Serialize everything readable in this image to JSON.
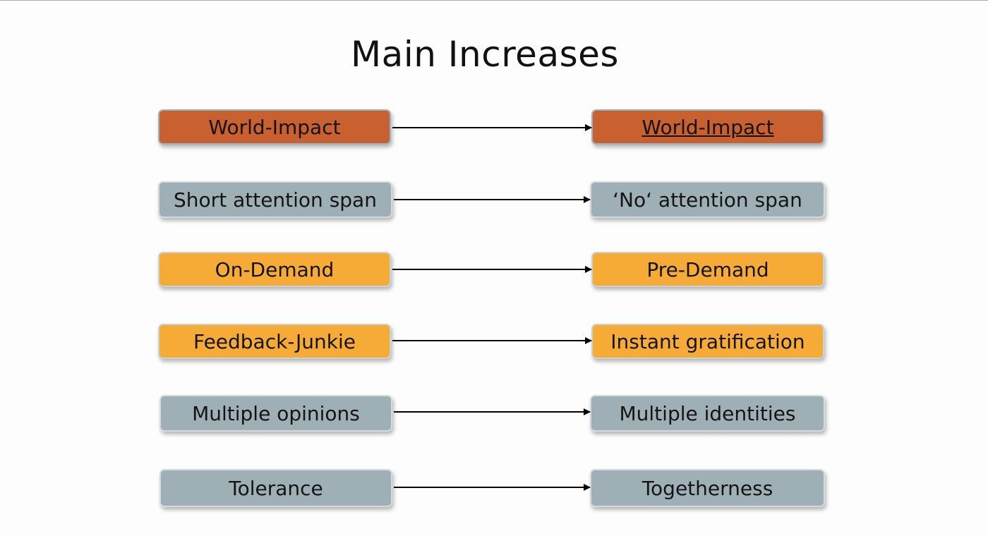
{
  "title": "Main Increases",
  "colors": {
    "rust": "#c8602f",
    "gray": "#9eb0b6",
    "gold": "#f5ab35"
  },
  "rows": [
    {
      "left": "World-Impact",
      "right": "World-Impact",
      "color": "rust",
      "right_underlined": true
    },
    {
      "left": "Short attention span",
      "right": "‘No‘ attention span",
      "color": "gray"
    },
    {
      "left": "On-Demand",
      "right": "Pre-Demand",
      "color": "gold"
    },
    {
      "left": "Feedback-Junkie",
      "right": "Instant gratification",
      "color": "gold"
    },
    {
      "left": "Multiple opinions",
      "right": "Multiple identities",
      "color": "gray"
    },
    {
      "left": "Tolerance",
      "right": "Togetherness",
      "color": "gray"
    }
  ]
}
